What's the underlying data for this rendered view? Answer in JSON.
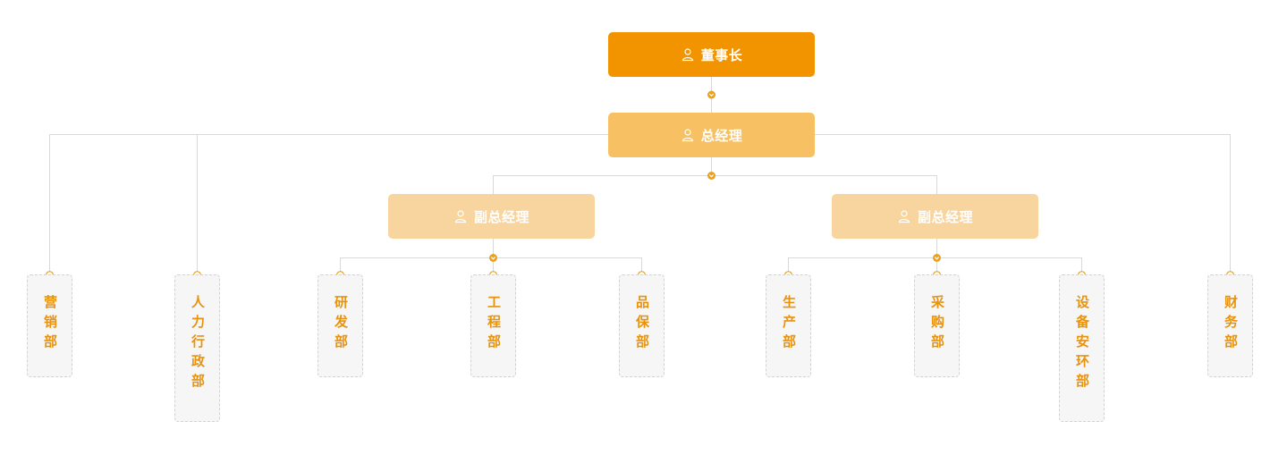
{
  "chart": {
    "chairman": {
      "label": "董事长",
      "icon": "person-icon"
    },
    "general_manager": {
      "label": "总经理",
      "icon": "person-icon"
    },
    "vice_managers": [
      {
        "label": "副总经理",
        "icon": "person-icon"
      },
      {
        "label": "副总经理",
        "icon": "person-icon"
      }
    ],
    "departments": [
      {
        "label": "营销部"
      },
      {
        "label": "人力行政部"
      },
      {
        "label": "研发部"
      },
      {
        "label": "工程部"
      },
      {
        "label": "品保部"
      },
      {
        "label": "生产部"
      },
      {
        "label": "采购部"
      },
      {
        "label": "设备安环部"
      },
      {
        "label": "财务部"
      }
    ]
  },
  "colors": {
    "level1": "#f29400",
    "level2": "#f7c063",
    "level3": "#f8d49e",
    "department_text": "#e8930f",
    "connector": "#d9d9d9",
    "dot": "#e8a21f"
  }
}
